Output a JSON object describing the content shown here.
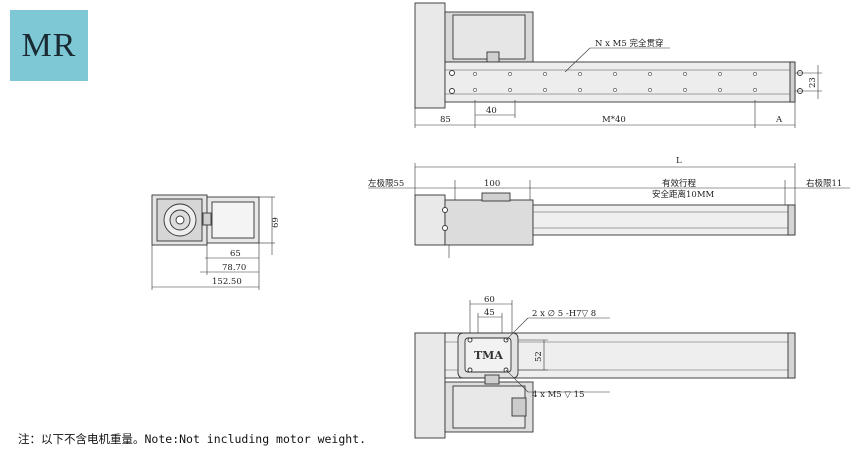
{
  "badge": {
    "label": "MR",
    "color": "#7ec8d6"
  },
  "note": "注：以下不含电机重量。Note:Not including motor weight.",
  "top_view": {
    "hole_note": "N x  M5 完全贯穿",
    "dim_85": "85",
    "dim_40": "40",
    "dim_m40": "M*40",
    "dim_a": "A",
    "dim_23": "23"
  },
  "side_view": {
    "dim_l": "L",
    "left_limit": "左极限55",
    "right_limit": "右极限11",
    "dim_100": "100",
    "stroke_label": "有效行程",
    "safety_label": "安全距离10MM"
  },
  "end_view": {
    "dim_69": "69",
    "dim_65": "65",
    "dim_7870": "78.70",
    "dim_15250": "152.50"
  },
  "bottom_view": {
    "dim_60": "60",
    "dim_45": "45",
    "pin_note": "2 x ∅ 5 -H7▽ 8",
    "dim_52": "52",
    "tap_note": "4 x  M5  ▽ 15",
    "logo_text": "TMA"
  }
}
